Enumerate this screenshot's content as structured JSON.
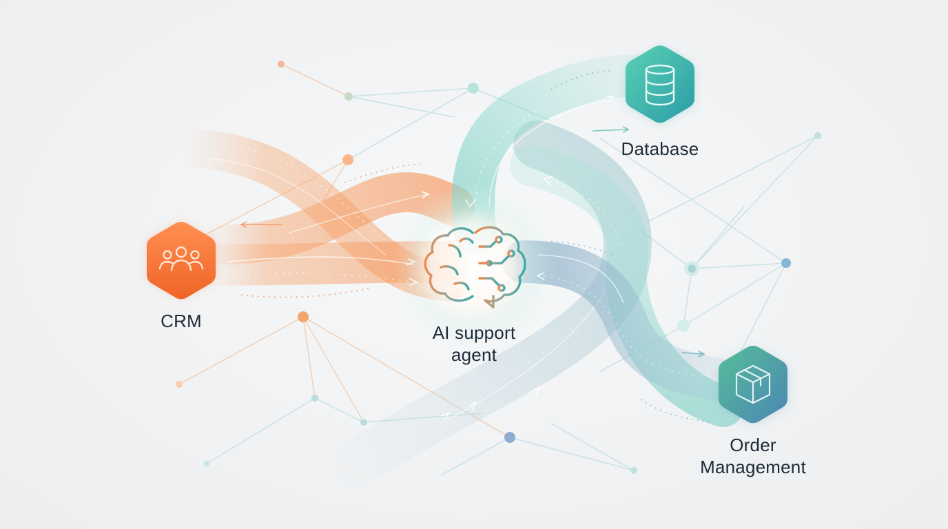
{
  "nodes": {
    "crm": {
      "label": "CRM",
      "icon": "people-group-icon",
      "color_top": "#ff8a4c",
      "color_bottom": "#f0682a"
    },
    "database": {
      "label": "Database",
      "icon": "database-icon",
      "color_top": "#55c7b4",
      "color_bottom": "#2ea6a3"
    },
    "order": {
      "label_line1": "Order",
      "label_line2": "Management",
      "icon": "box-icon",
      "color_top": "#4fb59b",
      "color_bottom": "#4a8ab3"
    },
    "agent": {
      "label_line1": "AI support",
      "label_line2": "agent",
      "icon": "brain-circuit-icon"
    }
  },
  "colors": {
    "orange_flow": "#f6a06a",
    "teal_flow": "#7fd2c6",
    "blue_flow": "#8fb2c9",
    "network_line": "#bfe0dc",
    "network_node_orange": "#f4a06d",
    "network_node_blue": "#7da5cf"
  }
}
